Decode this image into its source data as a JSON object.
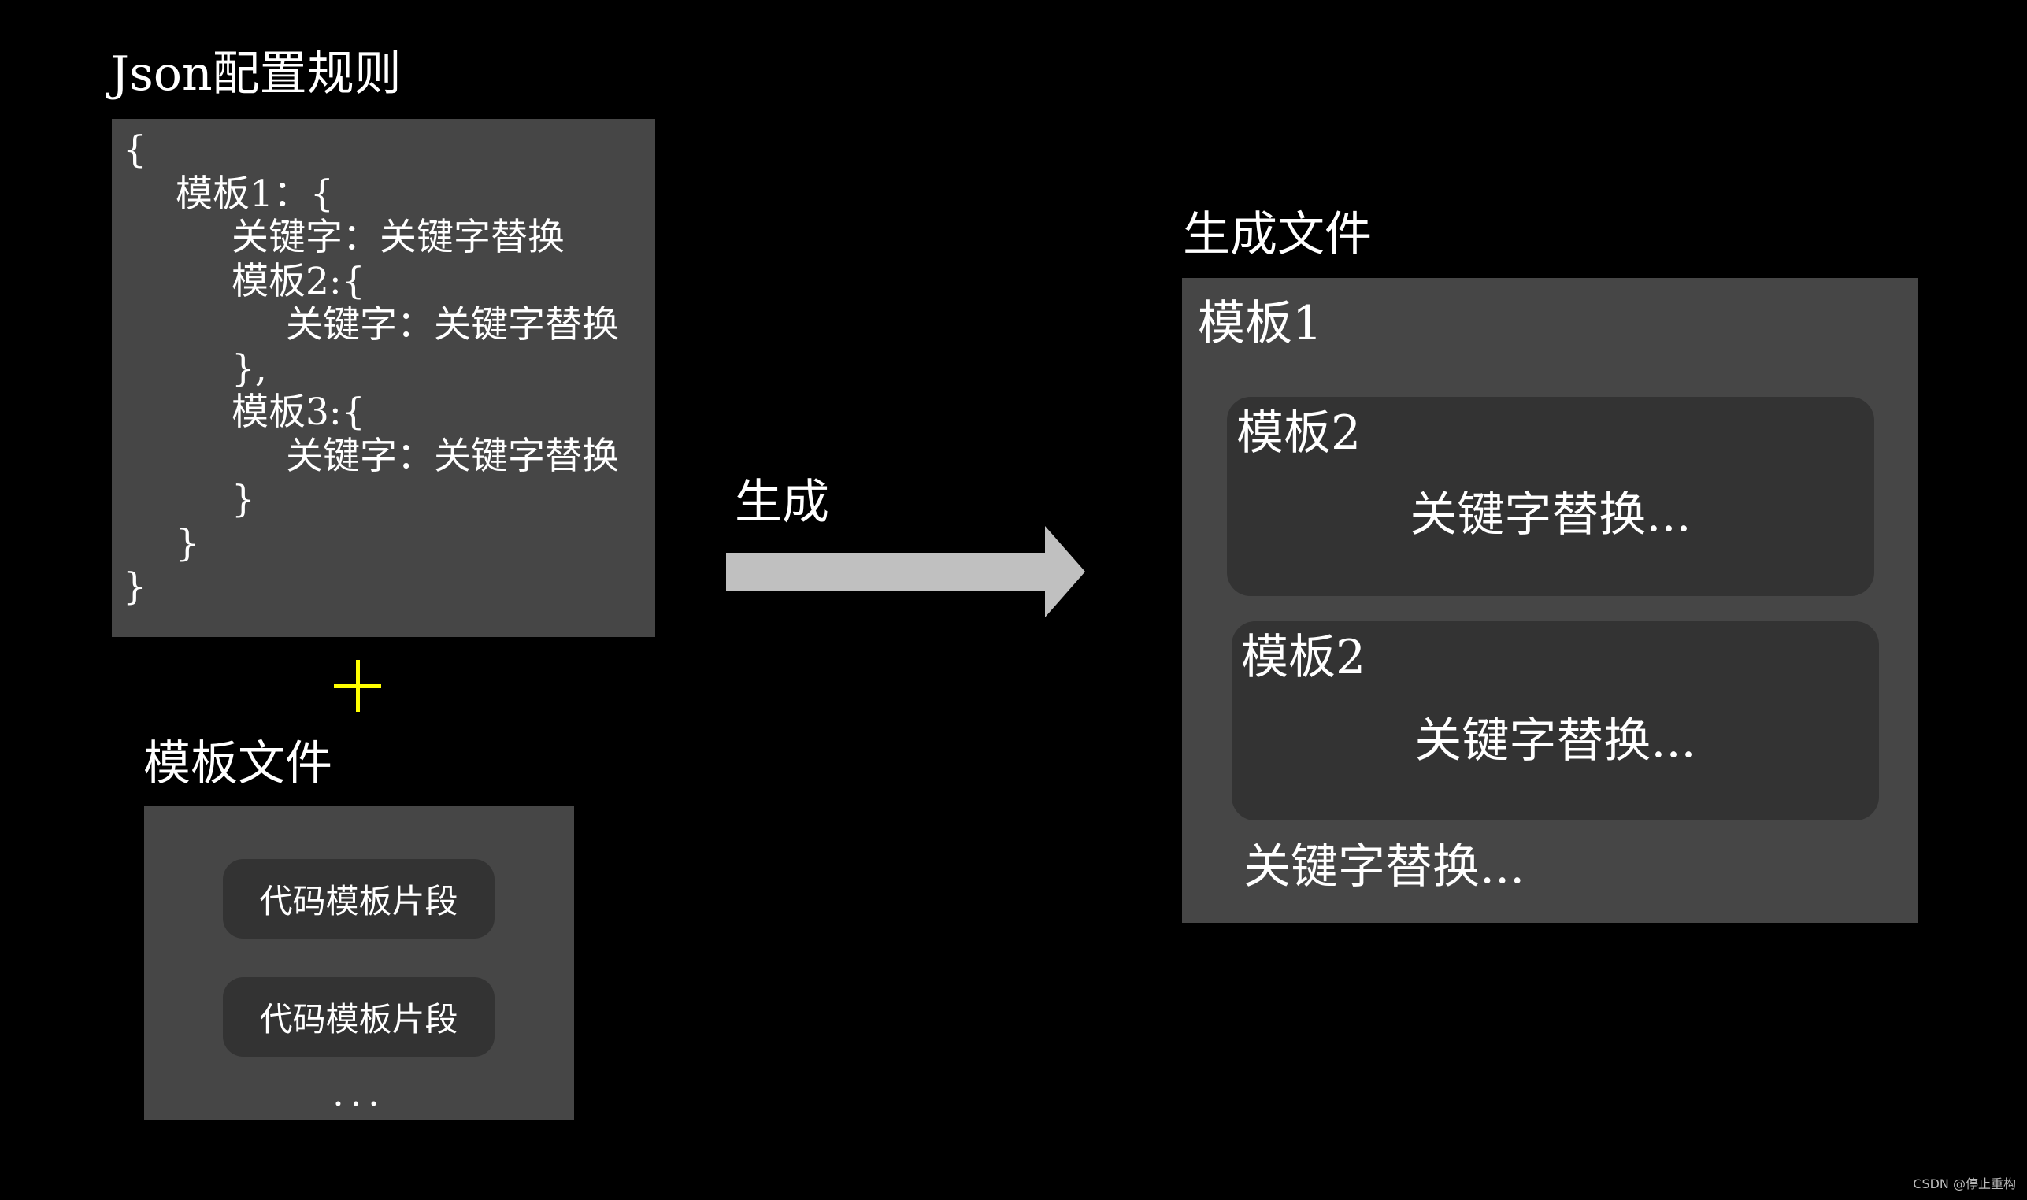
{
  "json_rules": {
    "title": "Json配置规则",
    "lines": [
      "{",
      "模板1：{",
      "关键字：关键字替换",
      "模板2:{",
      "关键字：关键字替换",
      "},",
      "模板3:{",
      "关键字：关键字替换",
      "}",
      "}",
      "}"
    ]
  },
  "plus_symbol": "+",
  "template_files": {
    "title": "模板文件",
    "snippets": [
      "代码模板片段",
      "代码模板片段"
    ],
    "ellipsis": "..."
  },
  "generate_arrow": {
    "label": "生成"
  },
  "output_file": {
    "title": "生成文件",
    "label": "模板1",
    "blocks": [
      {
        "title": "模板2",
        "body": "关键字替换..."
      },
      {
        "title": "模板2",
        "body": "关键字替换..."
      }
    ],
    "footer": "关键字替换..."
  },
  "watermark": "CSDN @停止重构",
  "colors": {
    "background": "#000000",
    "panel": "#464646",
    "inner_panel": "#333333",
    "arrow": "#c0c0c0",
    "plus": "#ffff00",
    "text": "#ffffff"
  }
}
